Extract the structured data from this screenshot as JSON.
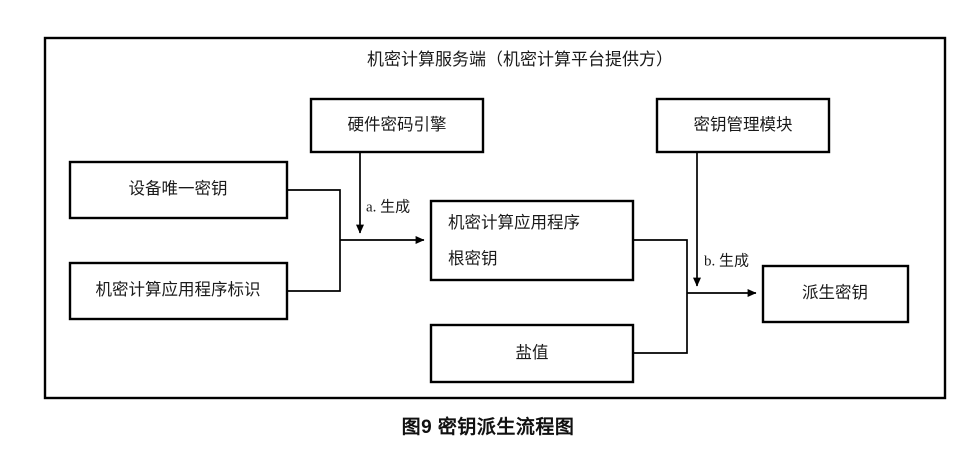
{
  "figure": {
    "caption": "图9  密钥派生流程图"
  },
  "container": {
    "title": "机密计算服务端（机密计算平台提供方）"
  },
  "nodes": [
    {
      "id": "hardware-crypto-engine",
      "label": "硬件密码引擎",
      "lines": [
        "硬件密码引擎"
      ]
    },
    {
      "id": "key-management-module",
      "label": "密钥管理模块",
      "lines": [
        "密钥管理模块"
      ]
    },
    {
      "id": "device-unique-key",
      "label": "设备唯一密钥",
      "lines": [
        "设备唯一密钥"
      ]
    },
    {
      "id": "app-identifier",
      "label": "机密计算应用程序标识",
      "lines": [
        "机密计算应用程序标识"
      ]
    },
    {
      "id": "app-root-key",
      "label": "机密计算应用程序根密钥",
      "lines": [
        "机密计算应用程序",
        "根密钥"
      ]
    },
    {
      "id": "salt-value",
      "label": "盐值",
      "lines": [
        "盐值"
      ]
    },
    {
      "id": "derived-key",
      "label": "派生密钥",
      "lines": [
        "派生密钥"
      ]
    }
  ],
  "edges": [
    {
      "id": "generate-root-key",
      "label": "a. 生成"
    },
    {
      "id": "generate-derived-key",
      "label": "b. 生成"
    }
  ],
  "colors": {
    "stroke": "#000000",
    "fill": "#ffffff",
    "text": "#1a1a1a"
  }
}
